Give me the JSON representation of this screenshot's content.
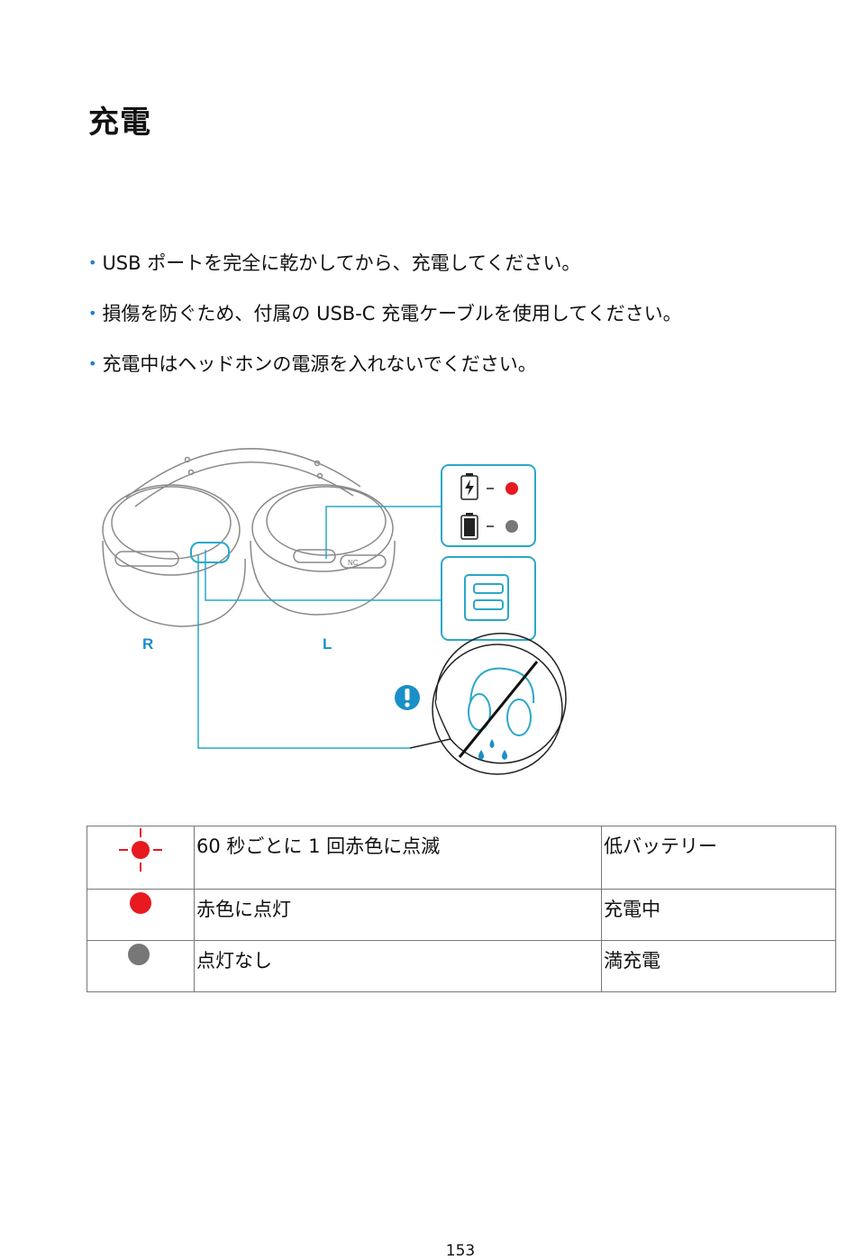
{
  "page": {
    "title": "充電",
    "bullets": [
      "USB ポートを完全に乾かしてから、充電してください。",
      "損傷を防ぐため、付属の USB-C 充電ケーブルを使用してください。",
      "充電中はヘッドホンの電源を入れないでください。"
    ],
    "page_number": "153"
  },
  "diagram": {
    "right_label": "R",
    "left_label": "L",
    "nc_label": "NC",
    "accent_color": "#2aa8c8",
    "red_led_color": "#e8191f",
    "gray_led_color": "#777777"
  },
  "led_table": {
    "rows": [
      {
        "icon": "blinking-red-led-icon",
        "description": "60 秒ごとに 1 回赤色に点滅",
        "state": "低バッテリー"
      },
      {
        "icon": "solid-red-led-icon",
        "description": "赤色に点灯",
        "state": "充電中"
      },
      {
        "icon": "gray-led-off-icon",
        "description": "点灯なし",
        "state": "満充電"
      }
    ]
  }
}
